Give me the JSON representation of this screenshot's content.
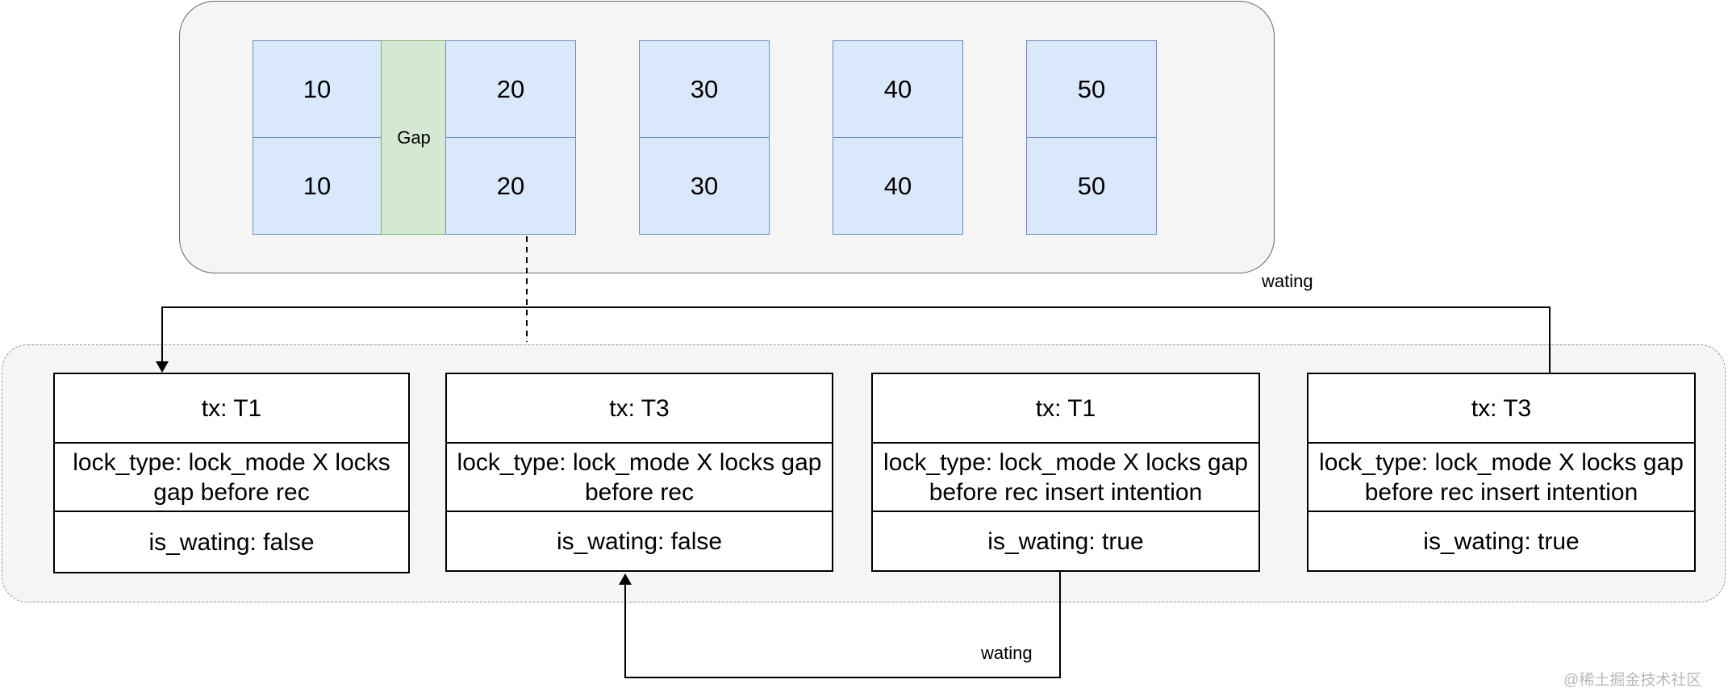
{
  "index": {
    "records": [
      {
        "value": "10"
      },
      {
        "value": "20"
      },
      {
        "value": "30"
      },
      {
        "value": "40"
      },
      {
        "value": "50"
      }
    ],
    "gap_label": "Gap"
  },
  "locks": [
    {
      "tx": "tx: T1",
      "lock_type": "lock_type: lock_mode X locks gap before rec",
      "is_waiting": "is_wating: false"
    },
    {
      "tx": "tx: T3",
      "lock_type": "lock_type: lock_mode X locks gap before rec",
      "is_waiting": "is_wating: false"
    },
    {
      "tx": "tx: T1",
      "lock_type": "lock_type: lock_mode X locks gap before rec insert intention",
      "is_waiting": "is_wating: true"
    },
    {
      "tx": "tx: T3",
      "lock_type": "lock_type: lock_mode X locks gap before rec insert intention",
      "is_waiting": "is_wating: true"
    }
  ],
  "edges": {
    "top_waiting_label": "wating",
    "bottom_waiting_label": "wating"
  },
  "watermark": "@稀土掘金技术社区",
  "colors": {
    "record_fill": "#dae8fc",
    "record_border": "#6c8ebf",
    "gap_fill": "#d5e8d4",
    "gap_border": "#82b366",
    "container_fill": "#f5f5f5"
  }
}
